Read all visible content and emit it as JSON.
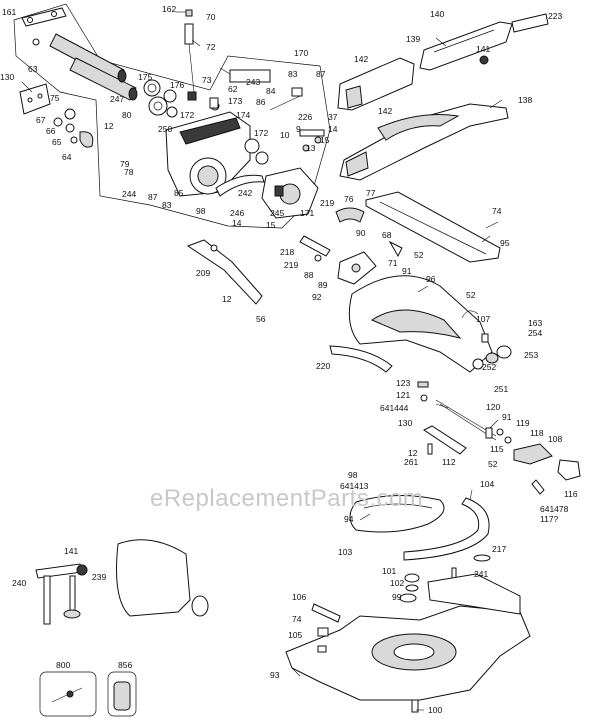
{
  "diagram": {
    "watermark": "eReplacementParts.com",
    "labels": [
      {
        "id": "l161",
        "text": "161"
      },
      {
        "id": "l162",
        "text": "162"
      },
      {
        "id": "l70",
        "text": "70"
      },
      {
        "id": "l72",
        "text": "72"
      },
      {
        "id": "l73",
        "text": "73"
      },
      {
        "id": "l170",
        "text": "170"
      },
      {
        "id": "l130a",
        "text": "130"
      },
      {
        "id": "l63",
        "text": "63"
      },
      {
        "id": "l175",
        "text": "175"
      },
      {
        "id": "l247",
        "text": "247"
      },
      {
        "id": "l176",
        "text": "176"
      },
      {
        "id": "l172a",
        "text": "172"
      },
      {
        "id": "l62",
        "text": "62"
      },
      {
        "id": "l173",
        "text": "173"
      },
      {
        "id": "l243",
        "text": "243"
      },
      {
        "id": "l83a",
        "text": "83"
      },
      {
        "id": "l87a",
        "text": "87"
      },
      {
        "id": "l84",
        "text": "84"
      },
      {
        "id": "l86",
        "text": "86"
      },
      {
        "id": "l75",
        "text": "75"
      },
      {
        "id": "l67",
        "text": "67"
      },
      {
        "id": "l66",
        "text": "66"
      },
      {
        "id": "l65",
        "text": "65"
      },
      {
        "id": "l64",
        "text": "64"
      },
      {
        "id": "l12a",
        "text": "12"
      },
      {
        "id": "l80",
        "text": "80"
      },
      {
        "id": "l250",
        "text": "250"
      },
      {
        "id": "l174",
        "text": "174"
      },
      {
        "id": "l172b",
        "text": "172"
      },
      {
        "id": "l79",
        "text": "79"
      },
      {
        "id": "l78",
        "text": "78"
      },
      {
        "id": "l244",
        "text": "244"
      },
      {
        "id": "l87b",
        "text": "87"
      },
      {
        "id": "l83b",
        "text": "83"
      },
      {
        "id": "l85",
        "text": "85"
      },
      {
        "id": "l98a",
        "text": "98"
      },
      {
        "id": "l242",
        "text": "242"
      },
      {
        "id": "l246",
        "text": "246"
      },
      {
        "id": "l14a",
        "text": "14"
      },
      {
        "id": "l15a",
        "text": "15"
      },
      {
        "id": "l245",
        "text": "245"
      },
      {
        "id": "l171",
        "text": "171"
      },
      {
        "id": "l219a",
        "text": "219"
      },
      {
        "id": "l10",
        "text": "10"
      },
      {
        "id": "l9",
        "text": "9"
      },
      {
        "id": "l226",
        "text": "226"
      },
      {
        "id": "l37",
        "text": "37"
      },
      {
        "id": "l14b",
        "text": "14"
      },
      {
        "id": "l15b",
        "text": "15"
      },
      {
        "id": "l13",
        "text": "13"
      },
      {
        "id": "l140",
        "text": "140"
      },
      {
        "id": "l223",
        "text": "223"
      },
      {
        "id": "l139",
        "text": "139"
      },
      {
        "id": "l142a",
        "text": "142"
      },
      {
        "id": "l141a",
        "text": "141"
      },
      {
        "id": "l138",
        "text": "138"
      },
      {
        "id": "l142b",
        "text": "142"
      },
      {
        "id": "l76",
        "text": "76"
      },
      {
        "id": "l77",
        "text": "77"
      },
      {
        "id": "l74a",
        "text": "74"
      },
      {
        "id": "l95",
        "text": "95"
      },
      {
        "id": "l90",
        "text": "90"
      },
      {
        "id": "l68",
        "text": "68"
      },
      {
        "id": "l52a",
        "text": "52"
      },
      {
        "id": "l218",
        "text": "218"
      },
      {
        "id": "l219b",
        "text": "219"
      },
      {
        "id": "l88",
        "text": "88"
      },
      {
        "id": "l71",
        "text": "71"
      },
      {
        "id": "l91a",
        "text": "91"
      },
      {
        "id": "l89",
        "text": "89"
      },
      {
        "id": "l96",
        "text": "96"
      },
      {
        "id": "l92",
        "text": "92"
      },
      {
        "id": "l52b",
        "text": "52"
      },
      {
        "id": "l209",
        "text": "209"
      },
      {
        "id": "l12b",
        "text": "12"
      },
      {
        "id": "l56",
        "text": "56"
      },
      {
        "id": "l107",
        "text": "107"
      },
      {
        "id": "l163",
        "text": "163"
      },
      {
        "id": "l254",
        "text": "254"
      },
      {
        "id": "l253",
        "text": "253"
      },
      {
        "id": "l252",
        "text": "252"
      },
      {
        "id": "l220",
        "text": "220"
      },
      {
        "id": "l123",
        "text": "123"
      },
      {
        "id": "l251",
        "text": "251"
      },
      {
        "id": "l121",
        "text": "121"
      },
      {
        "id": "l641444",
        "text": "641444"
      },
      {
        "id": "l120",
        "text": "120"
      },
      {
        "id": "l91b",
        "text": "91"
      },
      {
        "id": "l119",
        "text": "119"
      },
      {
        "id": "l130b",
        "text": "130"
      },
      {
        "id": "l118",
        "text": "118"
      },
      {
        "id": "l108",
        "text": "108"
      },
      {
        "id": "l115",
        "text": "115"
      },
      {
        "id": "l12c",
        "text": "12"
      },
      {
        "id": "l261",
        "text": "261"
      },
      {
        "id": "l112",
        "text": "112"
      },
      {
        "id": "l52c",
        "text": "52"
      },
      {
        "id": "l98b",
        "text": "98"
      },
      {
        "id": "l641413",
        "text": "641413"
      },
      {
        "id": "l104",
        "text": "104"
      },
      {
        "id": "l116",
        "text": "116"
      },
      {
        "id": "l641478",
        "text": "641478"
      },
      {
        "id": "l117",
        "text": "117?"
      },
      {
        "id": "l94",
        "text": "94"
      },
      {
        "id": "l141b",
        "text": "141"
      },
      {
        "id": "l103",
        "text": "103"
      },
      {
        "id": "l217",
        "text": "217"
      },
      {
        "id": "l240",
        "text": "240"
      },
      {
        "id": "l239",
        "text": "239"
      },
      {
        "id": "l101",
        "text": "101"
      },
      {
        "id": "l241",
        "text": "241"
      },
      {
        "id": "l102",
        "text": "102"
      },
      {
        "id": "l99",
        "text": "99"
      },
      {
        "id": "l106",
        "text": "106"
      },
      {
        "id": "l74b",
        "text": "74"
      },
      {
        "id": "l105",
        "text": "105"
      },
      {
        "id": "l93",
        "text": "93"
      },
      {
        "id": "l800",
        "text": "800"
      },
      {
        "id": "l856",
        "text": "856"
      },
      {
        "id": "l100",
        "text": "100"
      }
    ]
  }
}
